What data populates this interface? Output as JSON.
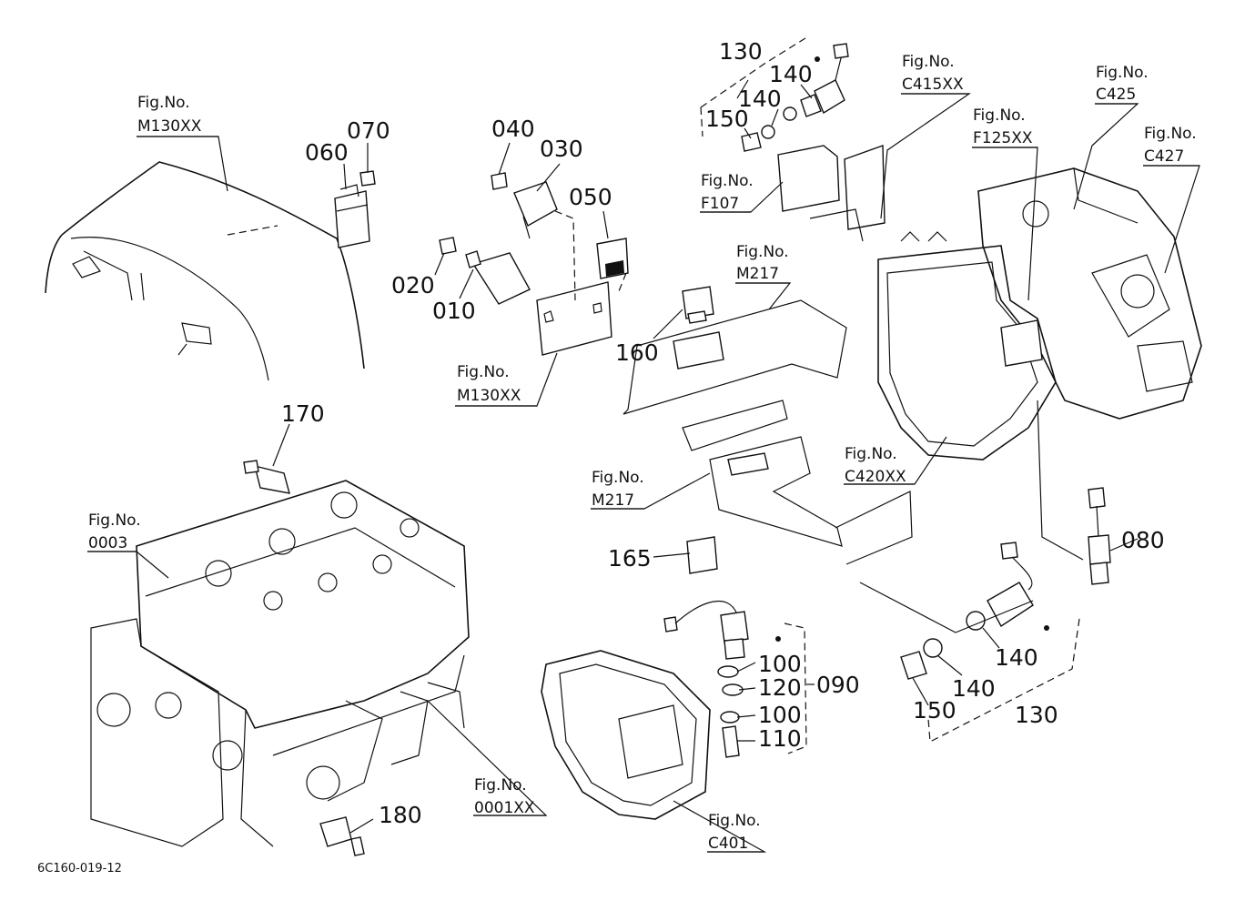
{
  "drawing_code": "6C160-019-12",
  "part_numbers": {
    "p010": "010",
    "p020": "020",
    "p030": "030",
    "p040": "040",
    "p050": "050",
    "p060": "060",
    "p070": "070",
    "p080": "080",
    "p090": "090",
    "p100a": "100",
    "p100b": "100",
    "p110": "110",
    "p120": "120",
    "p130a": "130",
    "p130b": "130",
    "p140a": "140",
    "p140b": "140",
    "p140c": "140",
    "p140d": "140",
    "p150a": "150",
    "p150b": "150",
    "p160": "160",
    "p165": "165",
    "p170": "170",
    "p180": "180"
  },
  "figure_refs": {
    "m130_top": {
      "label": "Fig.No.",
      "ref": "M130XX"
    },
    "m130_mid": {
      "label": "Fig.No.",
      "ref": "M130XX"
    },
    "c415": {
      "label": "Fig.No.",
      "ref": "C415XX"
    },
    "c425": {
      "label": "Fig.No.",
      "ref": "C425"
    },
    "f125": {
      "label": "Fig.No.",
      "ref": "F125XX"
    },
    "c427": {
      "label": "Fig.No.",
      "ref": "C427"
    },
    "f107": {
      "label": "Fig.No.",
      "ref": "F107"
    },
    "m217_top": {
      "label": "Fig.No.",
      "ref": "M217"
    },
    "m217_mid": {
      "label": "Fig.No.",
      "ref": "M217"
    },
    "c420": {
      "label": "Fig.No.",
      "ref": "C420XX"
    },
    "f0003": {
      "label": "Fig.No.",
      "ref": "0003"
    },
    "f0001": {
      "label": "Fig.No.",
      "ref": "0001XX"
    },
    "c401": {
      "label": "Fig.No.",
      "ref": "C401"
    }
  }
}
